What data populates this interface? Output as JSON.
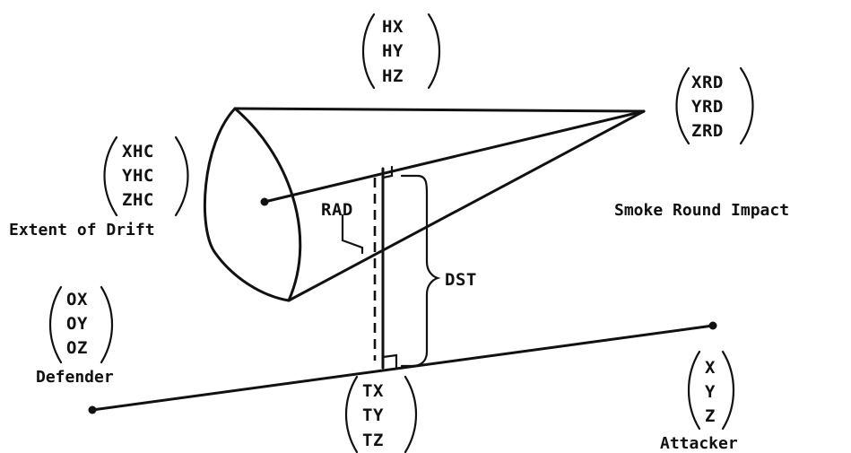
{
  "vectors": {
    "head": [
      "HX",
      "HY",
      "HZ"
    ],
    "impact": [
      "XRD",
      "YRD",
      "ZRD"
    ],
    "drift_center": [
      "XHC",
      "YHC",
      "ZHC"
    ],
    "defender": [
      "OX",
      "OY",
      "OZ"
    ],
    "attacker": [
      "X",
      "Y",
      "Z"
    ],
    "target": [
      "TX",
      "TY",
      "TZ"
    ]
  },
  "captions": {
    "impact": "Smoke Round Impact",
    "drift": "Extent of Drift",
    "defender": "Defender",
    "attacker": "Attacker"
  },
  "measures": {
    "radius": "RAD",
    "distance": "DST"
  }
}
